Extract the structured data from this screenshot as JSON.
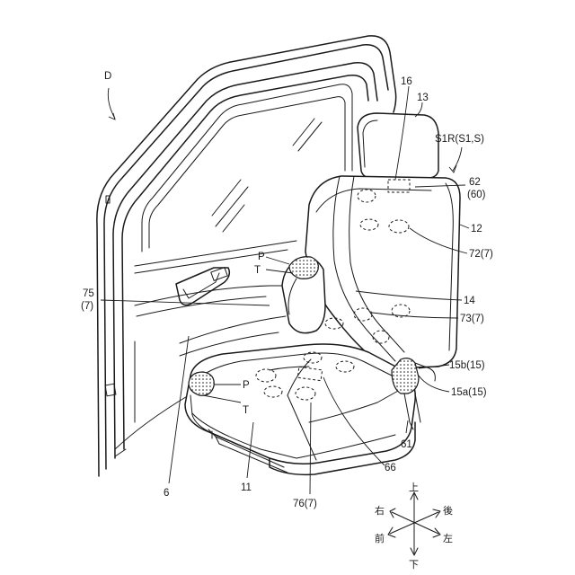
{
  "labels": {
    "D": "D",
    "n16": "16",
    "n13": "13",
    "s1r": "S1R(S1,S)",
    "n62": "62",
    "n60": "(60)",
    "n12": "12",
    "n72": "72(7)",
    "P_top": "P",
    "T_top": "T",
    "n75": "75",
    "n7": "(7)",
    "n14": "14",
    "n73": "73(7)",
    "n15b": "15b(15)",
    "n15a": "15a(15)",
    "P_bot": "P",
    "T_bot": "T",
    "n61": "61",
    "n66": "66",
    "n6": "6",
    "n11": "11",
    "n76": "76(7)"
  },
  "compass": {
    "up": "上",
    "down": "下",
    "right_side": "右",
    "left_side": "左",
    "rear": "後",
    "front": "前"
  }
}
